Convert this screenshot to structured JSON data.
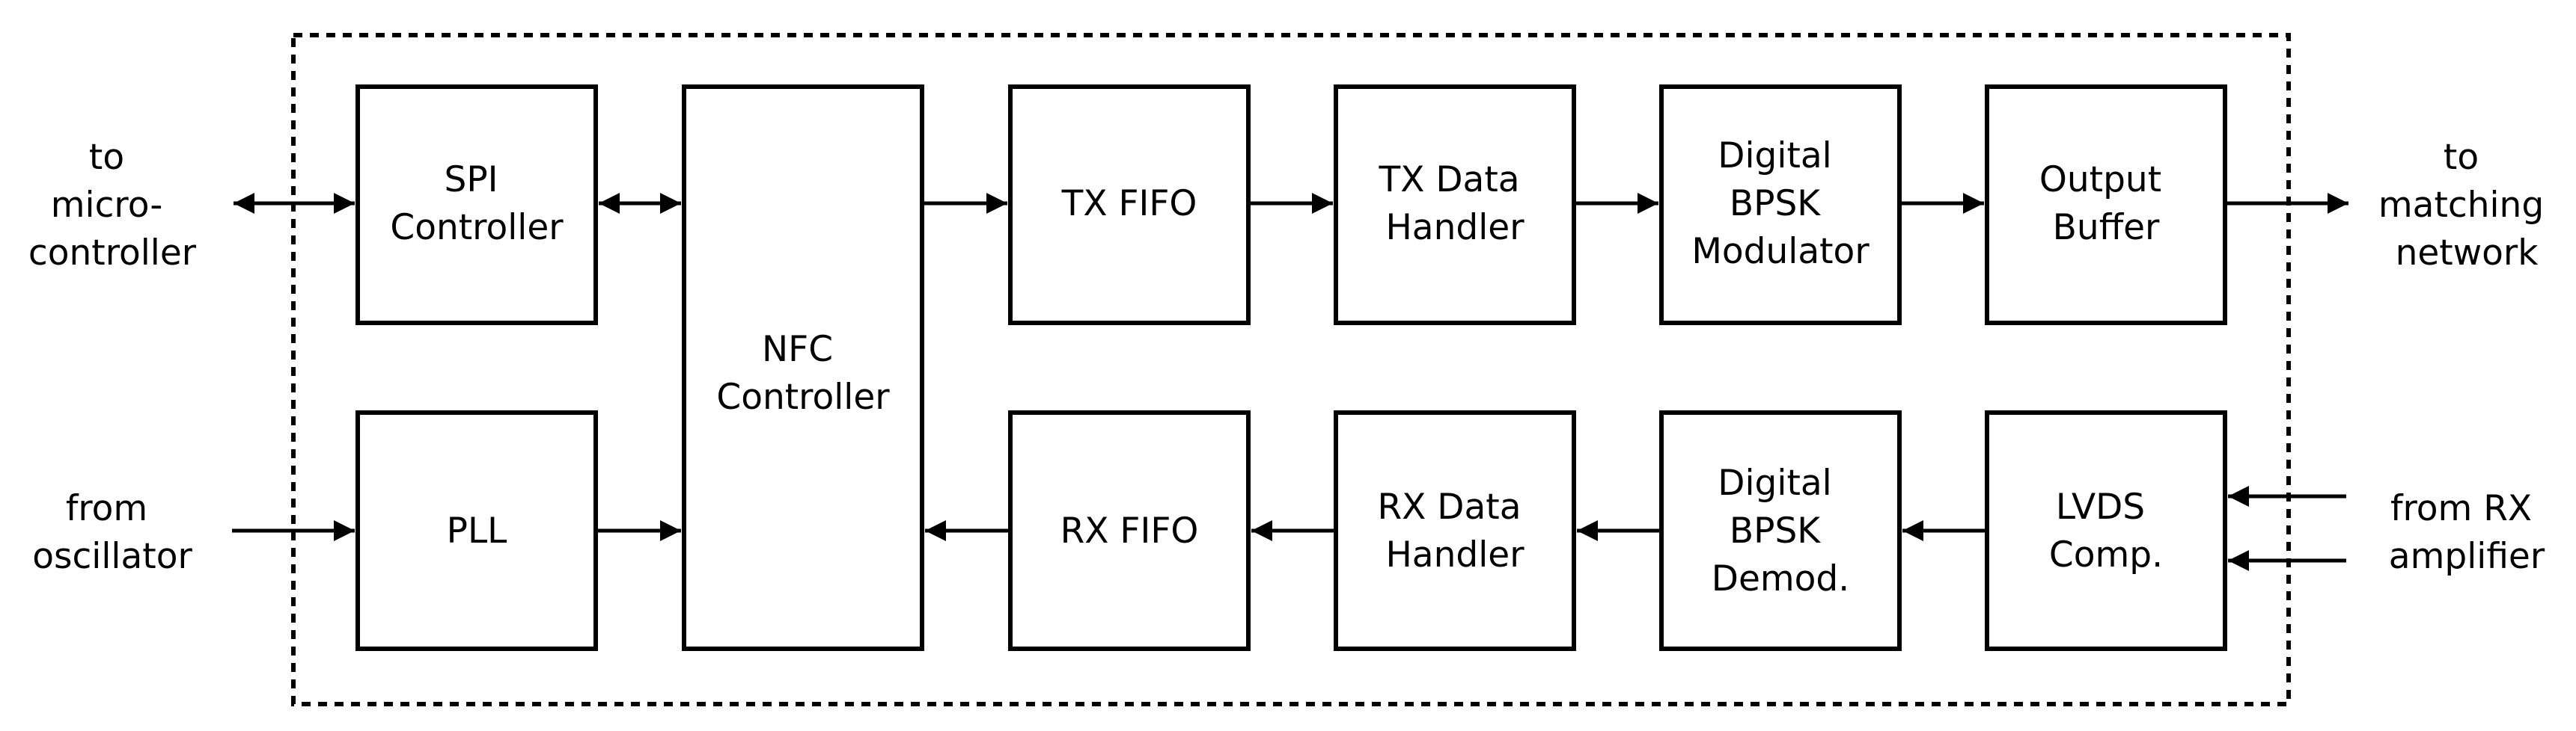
{
  "colors": {
    "stroke": "#000000",
    "background": "#ffffff"
  },
  "blocks": {
    "spi": [
      "SPI",
      "Controller"
    ],
    "nfc": [
      "NFC",
      "Controller"
    ],
    "pll": [
      "PLL"
    ],
    "tx_fifo": [
      "TX FIFO"
    ],
    "tx_handler": [
      "TX Data",
      "Handler"
    ],
    "bpsk_mod": [
      "Digital",
      "BPSK",
      "Modulator"
    ],
    "output_buffer": [
      "Output",
      "Buffer"
    ],
    "rx_fifo": [
      "RX FIFO"
    ],
    "rx_handler": [
      "RX Data",
      "Handler"
    ],
    "bpsk_demod": [
      "Digital",
      "BPSK",
      "Demod."
    ],
    "lvds": [
      "LVDS",
      "Comp."
    ]
  },
  "io_labels": {
    "microcontroller": [
      "to",
      "micro-",
      "controller"
    ],
    "oscillator": [
      "from",
      "oscillator"
    ],
    "matching": [
      "to",
      "matching",
      "network"
    ],
    "rx_amp": [
      "from RX",
      "amplifier"
    ]
  }
}
